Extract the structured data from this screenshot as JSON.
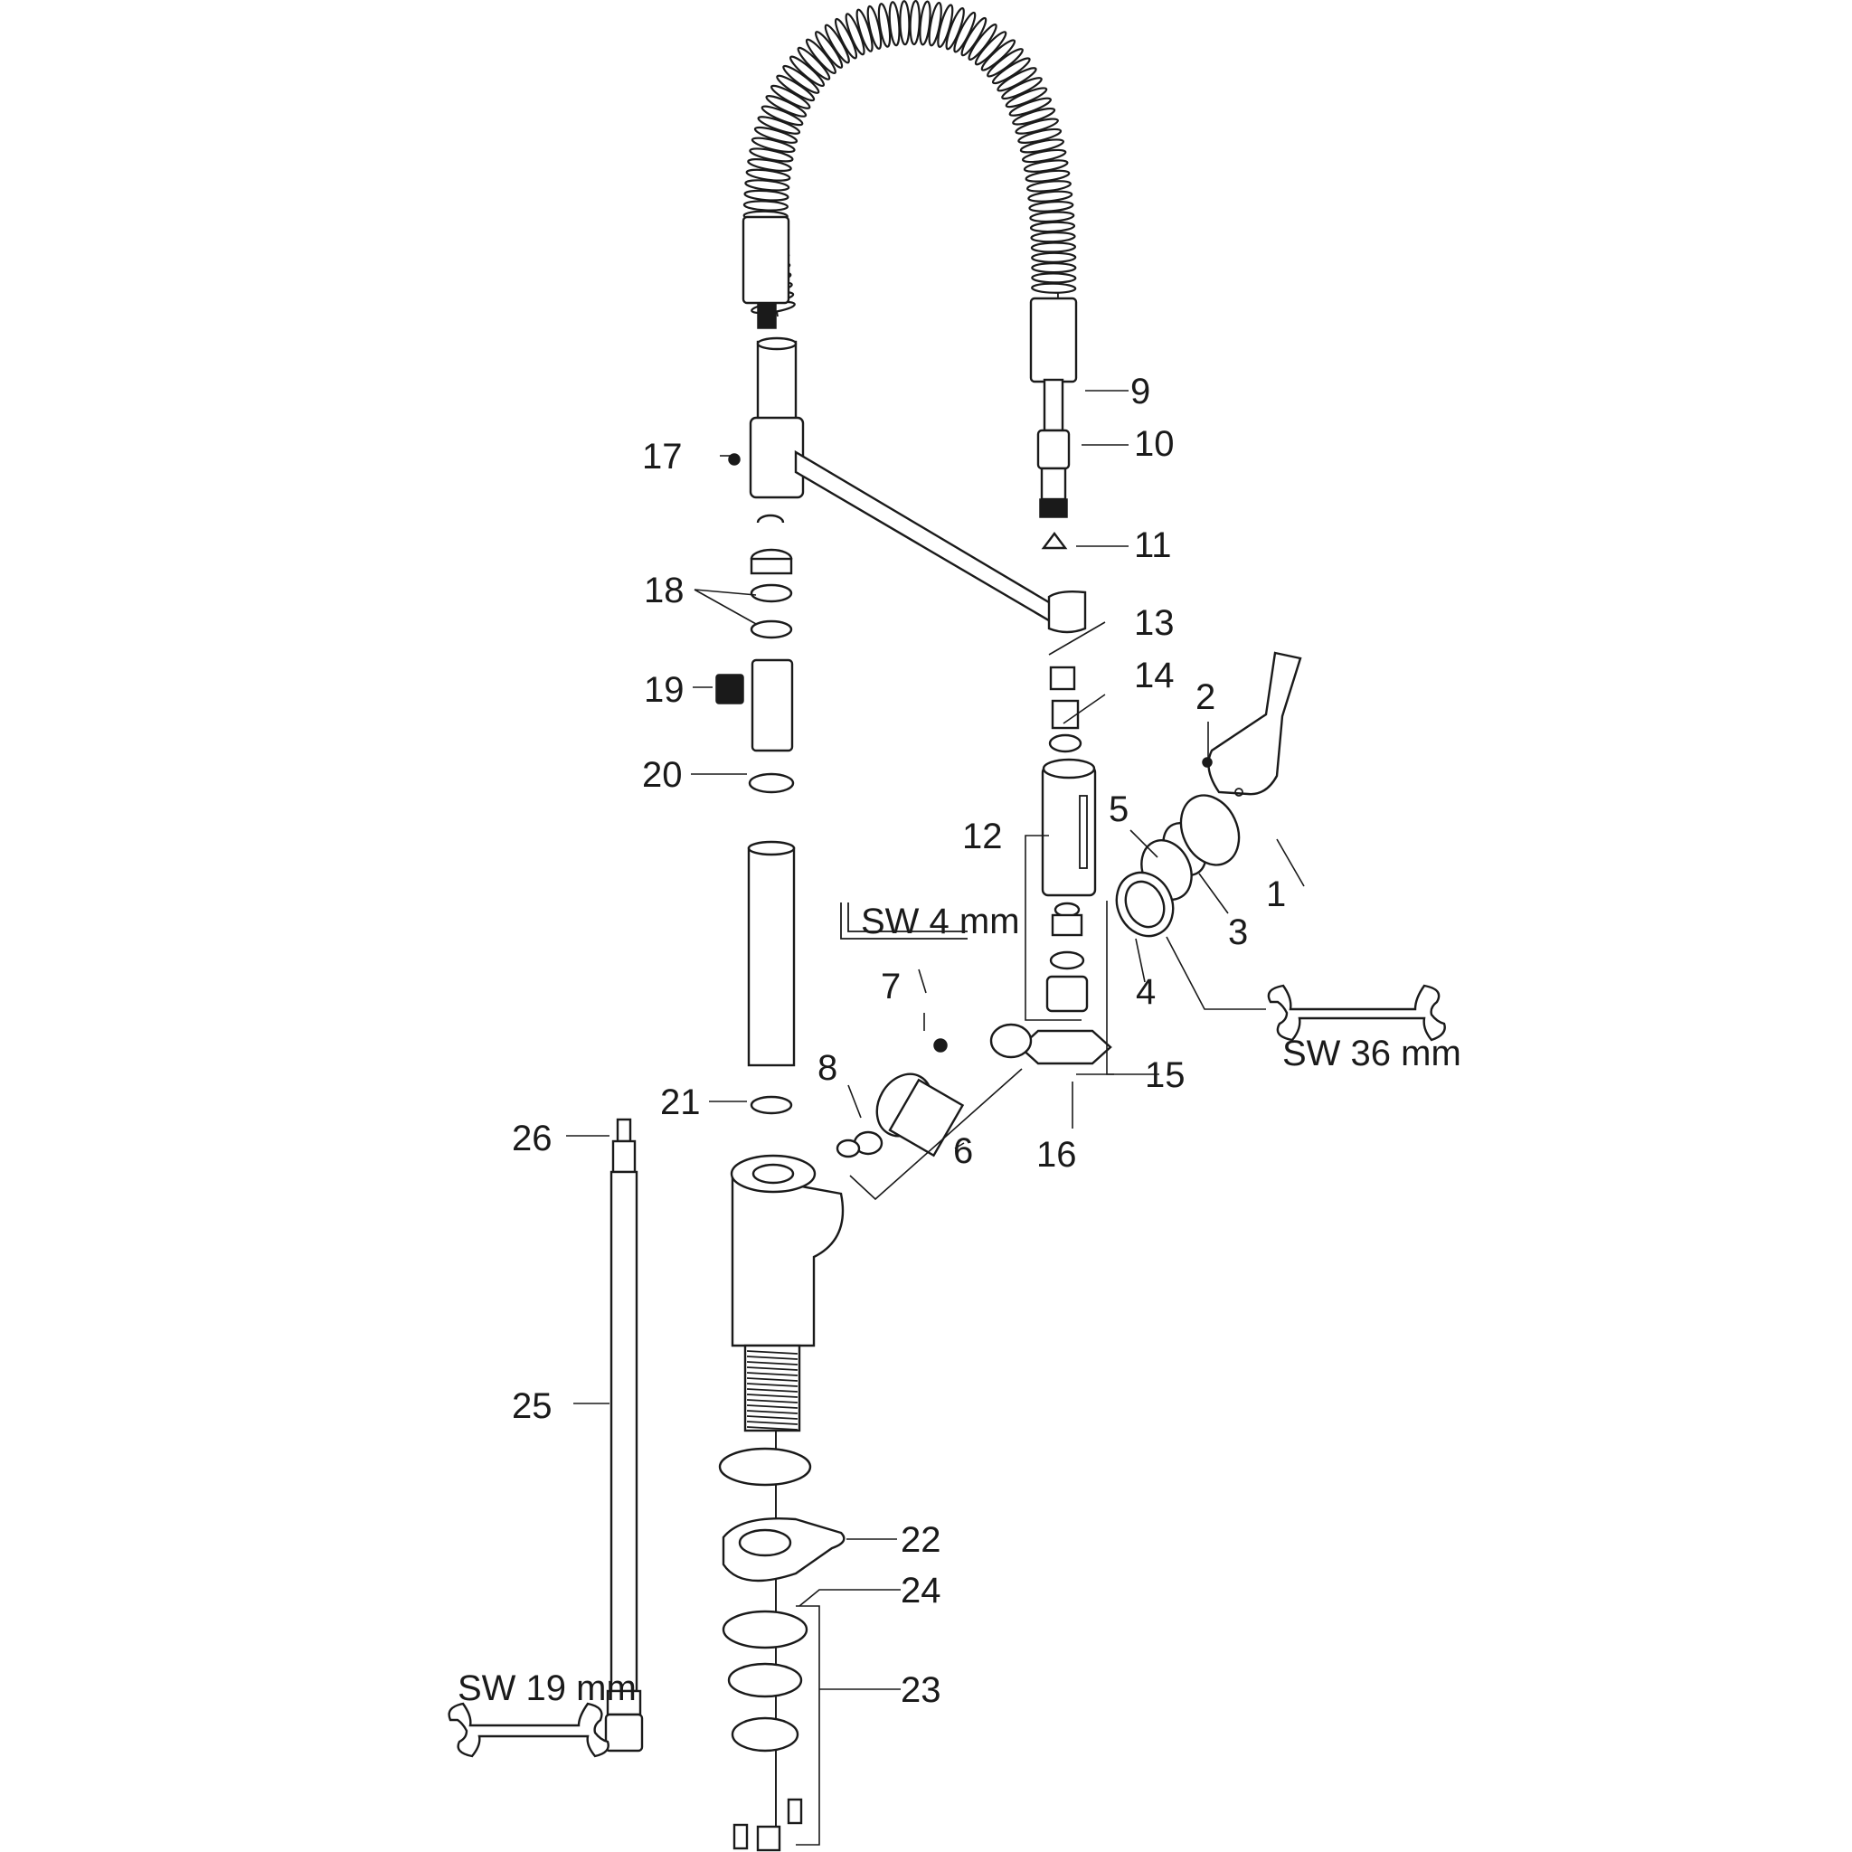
{
  "callouts": {
    "c1": "1",
    "c2": "2",
    "c3": "3",
    "c4": "4",
    "c5": "5",
    "c6": "6",
    "c7": "7",
    "c8": "8",
    "c9": "9",
    "c10": "10",
    "c11": "11",
    "c12": "12",
    "c13": "13",
    "c14": "14",
    "c15": "15",
    "c16": "16",
    "c17": "17",
    "c18": "18",
    "c19": "19",
    "c20": "20",
    "c21": "21",
    "c22": "22",
    "c23": "23",
    "c24": "24",
    "c25": "25",
    "c26": "26"
  },
  "tools": {
    "hex_key": "SW 4 mm",
    "wrench_large": "SW 36 mm",
    "wrench_small": "SW 19 mm"
  }
}
